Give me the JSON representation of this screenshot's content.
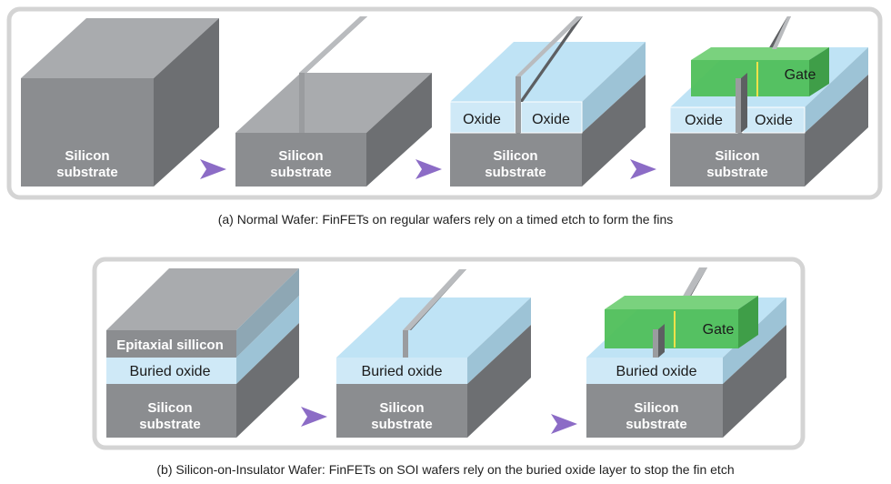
{
  "panel_a": {
    "caption": "(a) Normal Wafer: FinFETs on regular wafers rely on a timed etch to form the fins",
    "steps": [
      {
        "substrate": [
          "Silicon",
          "substrate"
        ]
      },
      {
        "substrate": [
          "Silicon",
          "substrate"
        ]
      },
      {
        "substrate": [
          "Silicon",
          "substrate"
        ],
        "oxide_left": "Oxide",
        "oxide_right": "Oxide"
      },
      {
        "substrate": [
          "Silicon",
          "substrate"
        ],
        "oxide_left": "Oxide",
        "oxide_right": "Oxide",
        "gate": "Gate"
      }
    ]
  },
  "panel_b": {
    "caption": "(b) Silicon-on-Insulator Wafer: FinFETs on SOI wafers rely on the buried oxide layer to stop the fin etch",
    "steps": [
      {
        "epi": "Epitaxial sillicon",
        "buried_oxide": "Buried oxide",
        "substrate": [
          "Silicon",
          "substrate"
        ]
      },
      {
        "buried_oxide": "Buried oxide",
        "substrate": [
          "Silicon",
          "substrate"
        ]
      },
      {
        "buried_oxide": "Buried oxide",
        "substrate": [
          "Silicon",
          "substrate"
        ],
        "gate": "Gate"
      }
    ]
  },
  "colors": {
    "substrate_front": "#8b8d90",
    "substrate_top": "#a9abae",
    "substrate_side": "#6d6f72",
    "oxide_front": "#cfe9f7",
    "oxide_top": "#bfe3f5",
    "oxide_side": "#9dc3d6",
    "gate_front": "#4fbf5a",
    "gate_top": "#7ad27e",
    "arrow": "#8c6cc6",
    "frame": "#d6d6d6"
  }
}
